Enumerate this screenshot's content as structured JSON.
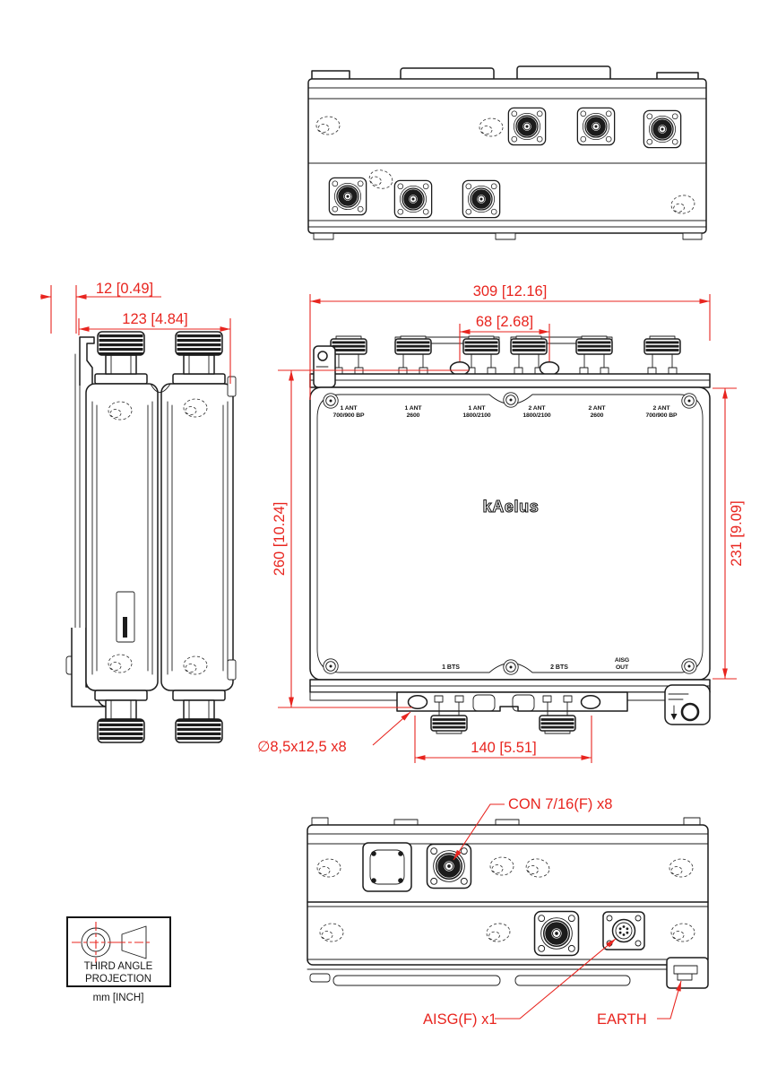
{
  "colors": {
    "dimension_red": "#e8251f",
    "ink": "#1c1c1c",
    "background": "#ffffff"
  },
  "dimensions": {
    "bracket_offset": "12 [0.49]",
    "side_width": "123 [4.84]",
    "overall_width": "309 [12.16]",
    "slot_spacing_top": "68 [2.68]",
    "overall_height": "260 [10.24]",
    "body_height": "231 [9.09]",
    "slot_spacing_bottom": "140 [5.51]",
    "mounting_slot": "∅8,5x12,5 x8"
  },
  "front_view": {
    "logo": "kAelus",
    "ports_top": [
      {
        "line1": "1 ANT",
        "line2": "700/900 BP"
      },
      {
        "line1": "1 ANT",
        "line2": "2600"
      },
      {
        "line1": "1 ANT",
        "line2": "1800/2100"
      },
      {
        "line1": "2 ANT",
        "line2": "1800/2100"
      },
      {
        "line1": "2 ANT",
        "line2": "2600"
      },
      {
        "line1": "2 ANT",
        "line2": "700/900 BP"
      }
    ],
    "ports_bottom": [
      {
        "line1": "1 BTS",
        "line2": ""
      },
      {
        "line1": "2 BTS",
        "line2": ""
      },
      {
        "line1": "AISG",
        "line2": "OUT"
      }
    ]
  },
  "bottom_view": {
    "callout_connectors": "CON 7/16(F) x8",
    "callout_aisg": "AISG(F) x1",
    "callout_earth": "EARTH"
  },
  "projection_note": {
    "line1": "THIRD ANGLE",
    "line2": "PROJECTION",
    "units": "mm [INCH]"
  }
}
